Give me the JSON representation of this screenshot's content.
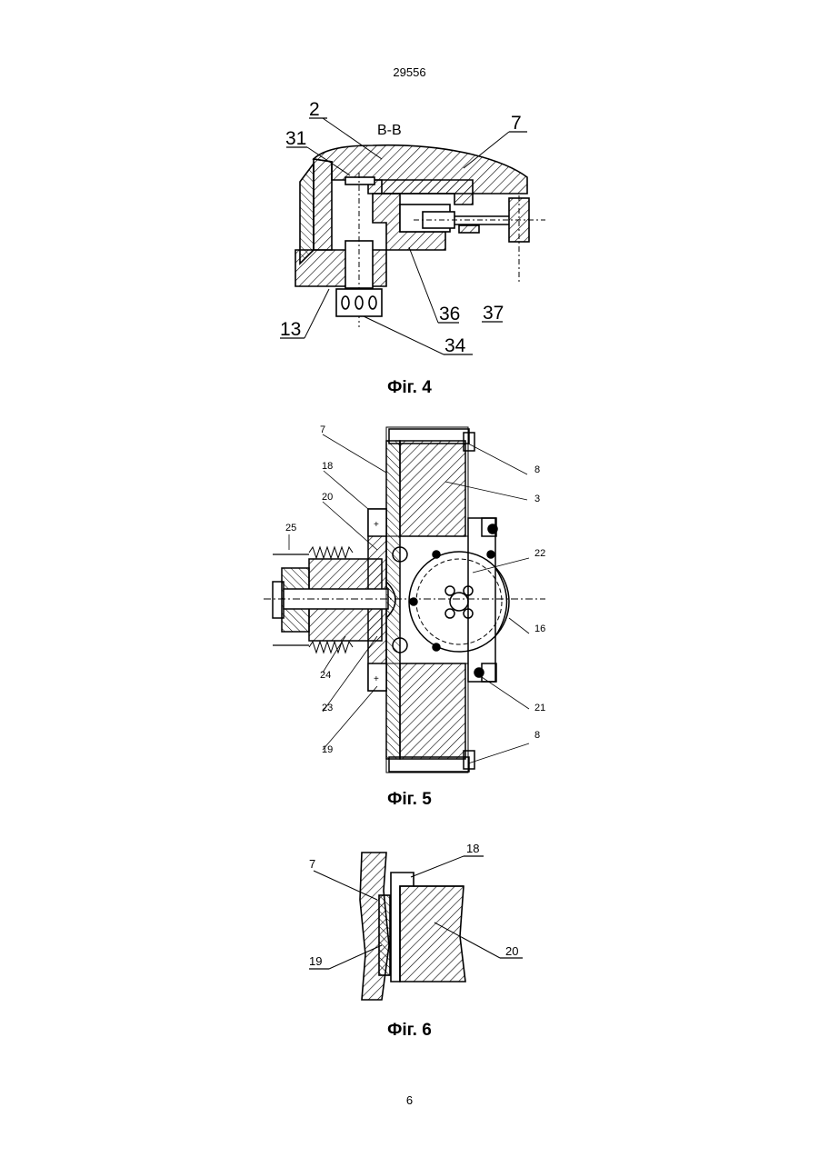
{
  "header": {
    "patent_number": "29556"
  },
  "footer": {
    "page_number": "6"
  },
  "figures": [
    {
      "caption": "Фіг. 4",
      "section_label": "В-В",
      "labels": [
        "2",
        "7",
        "31",
        "13",
        "36",
        "37",
        "34"
      ]
    },
    {
      "caption": "Фіг. 5",
      "labels": [
        "7",
        "18",
        "20",
        "25",
        "8",
        "3",
        "22",
        "16",
        "24",
        "23",
        "19",
        "21",
        "8"
      ]
    },
    {
      "caption": "Фіг. 6",
      "labels": [
        "7",
        "18",
        "19",
        "20"
      ]
    }
  ]
}
